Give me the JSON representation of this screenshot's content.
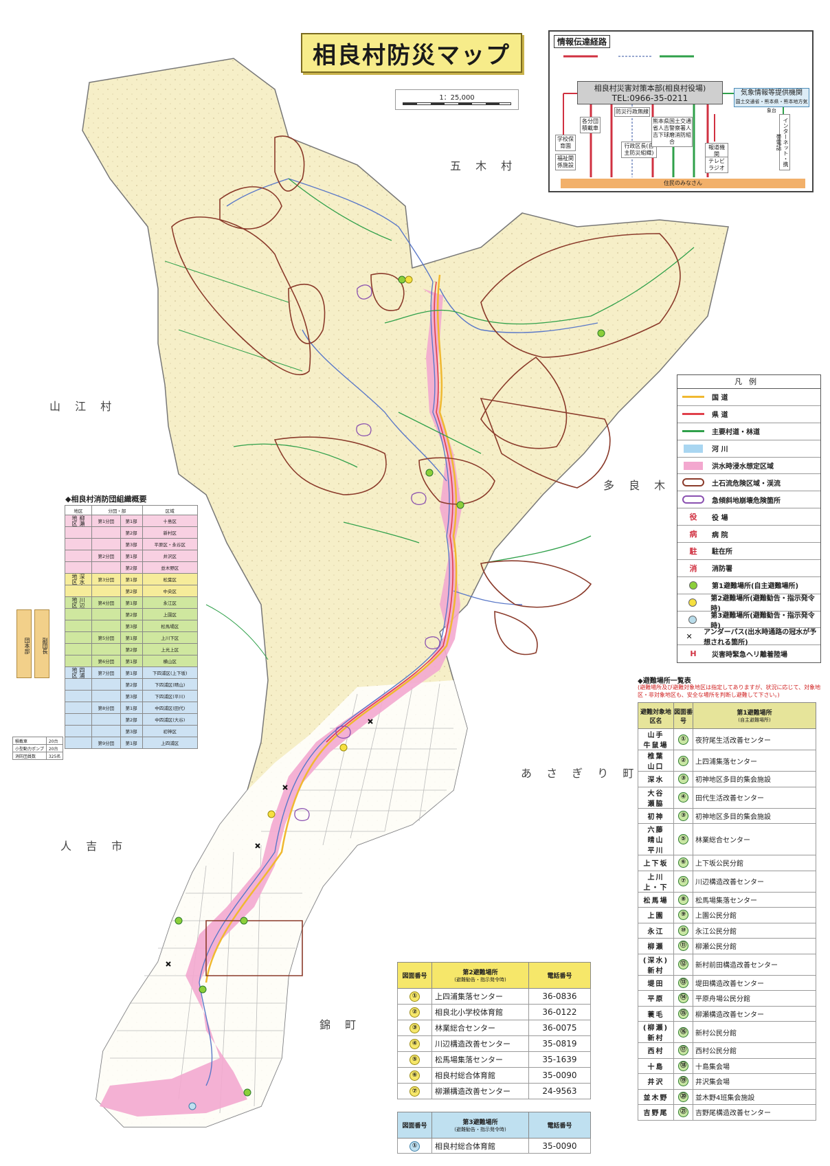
{
  "title": "相良村防災マップ",
  "scale": "1：25,000",
  "municipalities": {
    "north": "五 木 村",
    "west": "山 江 村",
    "east": "多 良 木 町",
    "southeast": "あ さ ぎ り 町",
    "southwest": "人 吉 市",
    "south": "錦 町"
  },
  "info_flow": {
    "title": "情報伝達経路",
    "hq_line1": "相良村災害対策本部(相良村役場)",
    "hq_line2": "TEL:0966-35-0211",
    "agency_line1": "気象情報等提供機関",
    "agency_line2": "国土交通省・熊本県・熊本地方気象台",
    "residents": "住民のみなさん",
    "boxes": [
      "学校保育園",
      "福祉関係施設",
      "各分団積載車",
      "防災行政無線",
      "行政区長(自主防災組織)",
      "熊本県国土交通省人吉警察署人吉下球磨消防組合",
      "報道機関",
      "テレビラジオ",
      "インターネット・携帯電話"
    ]
  },
  "legend": {
    "title": "凡例",
    "items": [
      {
        "label": "国 道",
        "kind": "line",
        "color": "#f0b830"
      },
      {
        "label": "県 道",
        "kind": "line",
        "color": "#e0404a"
      },
      {
        "label": "主要村道・林道",
        "kind": "line",
        "color": "#2fa04a"
      },
      {
        "label": "河 川",
        "kind": "box",
        "color": "#a9d6f1"
      },
      {
        "label": "洪水時浸水想定区域",
        "kind": "box",
        "color": "#f3a8cf"
      },
      {
        "label": "土石流危険区域・渓流",
        "kind": "outline",
        "color": "#8a3a2a"
      },
      {
        "label": "急傾斜地崩壊危険箇所",
        "kind": "outline",
        "color": "#8a50b0"
      },
      {
        "label": "役 場",
        "kind": "kanji",
        "glyph": "役"
      },
      {
        "label": "病 院",
        "kind": "kanji",
        "glyph": "病"
      },
      {
        "label": "駐在所",
        "kind": "kanji",
        "glyph": "駐"
      },
      {
        "label": "消防署",
        "kind": "kanji",
        "glyph": "消"
      },
      {
        "label": "第1避難場所(自主避難場所)",
        "kind": "dot",
        "color": "#8ccf3a"
      },
      {
        "label": "第2避難場所(避難勧告・指示発令時)",
        "kind": "dot",
        "color": "#f6e040"
      },
      {
        "label": "第3避難場所(避難勧告・指示発令時)",
        "kind": "dot",
        "color": "#b8dcea"
      },
      {
        "label": "アンダーパス(出水時通路の冠水が予想される箇所)",
        "kind": "cross",
        "glyph": "✕"
      },
      {
        "label": "災害時緊急ヘリ離着陸場",
        "kind": "kanji",
        "glyph": "H"
      }
    ]
  },
  "fire_brigade": {
    "title": "◆相良村消防団組織概要",
    "headers": [
      "地区",
      "分団・部",
      "区域"
    ],
    "rows": [
      {
        "district": "柳瀬地区",
        "group": "第1分団",
        "unit": "第1部",
        "area": "十島区",
        "cls": "g1"
      },
      {
        "district": "",
        "group": "",
        "unit": "第2部",
        "area": "新村区",
        "cls": "g1"
      },
      {
        "district": "",
        "group": "",
        "unit": "第3部",
        "area": "平原区・永谷区",
        "cls": "g1"
      },
      {
        "district": "",
        "group": "第2分団",
        "unit": "第1部",
        "area": "井沢区",
        "cls": "g1"
      },
      {
        "district": "",
        "group": "",
        "unit": "第2部",
        "area": "並木野区",
        "cls": "g1"
      },
      {
        "district": "深水地区",
        "group": "第3分団",
        "unit": "第1部",
        "area": "松葉区",
        "cls": "g2"
      },
      {
        "district": "",
        "group": "",
        "unit": "第2部",
        "area": "中央区",
        "cls": "g2"
      },
      {
        "district": "川辺地区",
        "group": "第4分団",
        "unit": "第1部",
        "area": "永江区",
        "cls": "g3"
      },
      {
        "district": "",
        "group": "",
        "unit": "第2部",
        "area": "上園区",
        "cls": "g3"
      },
      {
        "district": "",
        "group": "",
        "unit": "第3部",
        "area": "松馬場区",
        "cls": "g3"
      },
      {
        "district": "",
        "group": "第5分団",
        "unit": "第1部",
        "area": "上川下区",
        "cls": "g3"
      },
      {
        "district": "",
        "group": "",
        "unit": "第2部",
        "area": "上光上区",
        "cls": "g3"
      },
      {
        "district": "",
        "group": "第6分団",
        "unit": "第1部",
        "area": "横山区",
        "cls": "g3"
      },
      {
        "district": "四浦地区",
        "group": "第7分団",
        "unit": "第1部",
        "area": "下四浦区(上下坂)",
        "cls": "g4"
      },
      {
        "district": "",
        "group": "",
        "unit": "第2部",
        "area": "下四浦区(晴山)",
        "cls": "g4"
      },
      {
        "district": "",
        "group": "",
        "unit": "第3部",
        "area": "下四浦区(平川)",
        "cls": "g4"
      },
      {
        "district": "",
        "group": "第8分団",
        "unit": "第1部",
        "area": "中四浦区(田代)",
        "cls": "g4"
      },
      {
        "district": "",
        "group": "",
        "unit": "第2部",
        "area": "中四浦区(大谷)",
        "cls": "g4"
      },
      {
        "district": "",
        "group": "",
        "unit": "第3部",
        "area": "初神区",
        "cls": "g4"
      },
      {
        "district": "",
        "group": "第9分団",
        "unit": "第1部",
        "area": "上四浦区",
        "cls": "g4"
      }
    ],
    "side_labels": [
      "団本部",
      "副団長"
    ],
    "pump": [
      {
        "label": "積載車",
        "value": "20台"
      },
      {
        "label": "小型動力ポンプ",
        "value": "20台"
      },
      {
        "label": "消防団員数",
        "value": "325名"
      }
    ]
  },
  "evacuation_primary": {
    "title": "◆避難場所一覧表",
    "note": "(避難場所及び避難対象地区は指定してありますが、状況に応じて、対象地区・非対象地区も、安全な場所を判断し避難して下さい。)",
    "headers": {
      "area": "避難対象地区名",
      "num": "図面番号",
      "place": "第1避難場所",
      "place_sub": "(自主避難場所)"
    },
    "rows": [
      {
        "areas": [
          "山手",
          "牛鼠場"
        ],
        "num": "①",
        "place": "夜狩尾生活改善センター"
      },
      {
        "areas": [
          "椎葉",
          "山口"
        ],
        "num": "②",
        "place": "上四浦集落センター"
      },
      {
        "areas": [
          "深水"
        ],
        "num": "③",
        "place": "初神地区多目的集会施設"
      },
      {
        "areas": [
          "大谷",
          "瀬脇"
        ],
        "num": "④",
        "place": "田代生活改善センター"
      },
      {
        "areas": [
          "初神"
        ],
        "num": "③",
        "place": "初神地区多目的集会施設"
      },
      {
        "areas": [
          "六藤",
          "晴山",
          "平川"
        ],
        "num": "⑤",
        "place": "林業総合センター"
      },
      {
        "areas": [
          "上下坂"
        ],
        "num": "⑥",
        "place": "上下坂公民分館"
      },
      {
        "areas": [
          "上川上・下"
        ],
        "num": "⑦",
        "place": "川辺構造改善センター"
      },
      {
        "areas": [
          "松馬場"
        ],
        "num": "⑧",
        "place": "松馬場集落センター"
      },
      {
        "areas": [
          "上園"
        ],
        "num": "⑨",
        "place": "上園公民分館"
      },
      {
        "areas": [
          "永江"
        ],
        "num": "⑩",
        "place": "永江公民分館"
      },
      {
        "areas": [
          "柳瀬"
        ],
        "num": "⑪",
        "place": "柳瀬公民分館"
      },
      {
        "areas": [
          "(深水)新村"
        ],
        "num": "⑫",
        "place": "新村前田構造改善センター"
      },
      {
        "areas": [
          "堤田"
        ],
        "num": "⑬",
        "place": "堤田構造改善センター"
      },
      {
        "areas": [
          "平原"
        ],
        "num": "⑭",
        "place": "平原舟場公民分館"
      },
      {
        "areas": [
          "蓑毛"
        ],
        "num": "⑮",
        "place": "柳瀬構造改善センター"
      },
      {
        "areas": [
          "(柳瀬)新村"
        ],
        "num": "⑯",
        "place": "新村公民分館"
      },
      {
        "areas": [
          "西村"
        ],
        "num": "⑰",
        "place": "西村公民分館"
      },
      {
        "areas": [
          "十島"
        ],
        "num": "⑱",
        "place": "十島集会場"
      },
      {
        "areas": [
          "井沢"
        ],
        "num": "⑲",
        "place": "井沢集会場"
      },
      {
        "areas": [
          "並木野"
        ],
        "num": "⑳",
        "place": "並木野4班集会施設"
      },
      {
        "areas": [
          "吉野尾"
        ],
        "num": "㉑",
        "place": "吉野尾構造改善センター"
      }
    ]
  },
  "evacuation_second": {
    "headers": {
      "num": "図面番号",
      "place": "第2避難場所",
      "place_sub": "(避難勧告・指示発令時)",
      "phone": "電話番号"
    },
    "rows": [
      {
        "num": "①",
        "place": "上四浦集落センター",
        "phone": "36-0836"
      },
      {
        "num": "②",
        "place": "相良北小学校体育館",
        "phone": "36-0122"
      },
      {
        "num": "③",
        "place": "林業総合センター",
        "phone": "36-0075"
      },
      {
        "num": "④",
        "place": "川辺構造改善センター",
        "phone": "35-0819"
      },
      {
        "num": "⑤",
        "place": "松馬場集落センター",
        "phone": "35-1639"
      },
      {
        "num": "⑥",
        "place": "相良村総合体育館",
        "phone": "35-0090"
      },
      {
        "num": "⑦",
        "place": "柳瀬構造改善センター",
        "phone": "24-9563"
      }
    ]
  },
  "evacuation_third": {
    "headers": {
      "num": "図面番号",
      "place": "第3避難場所",
      "place_sub": "(避難勧告・指示発令時)",
      "phone": "電話番号"
    },
    "rows": [
      {
        "num": "①",
        "place": "相良村総合体育館",
        "phone": "35-0090"
      }
    ]
  },
  "colors": {
    "terrain": "#f6efc8",
    "flood": "#f3a8cf",
    "river": "#5a78c8",
    "national_road": "#f0b830",
    "prefectural_road": "#e0404a",
    "village_road": "#2fa04a",
    "boundary": "#8a3a2a"
  }
}
